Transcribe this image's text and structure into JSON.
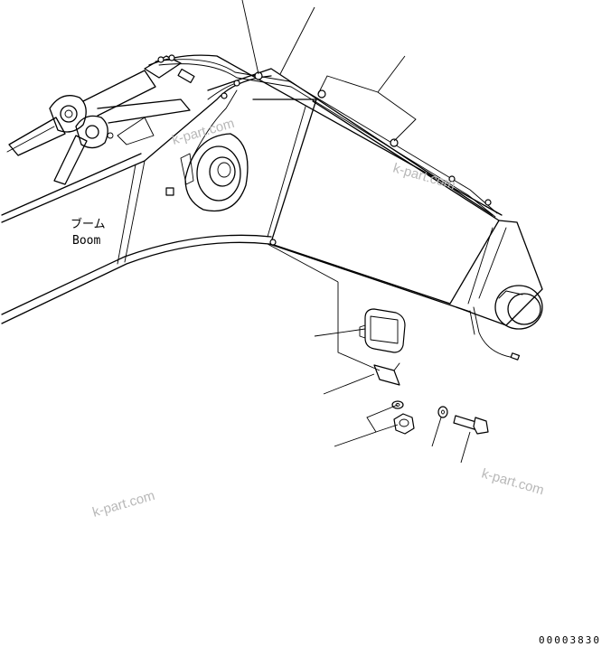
{
  "labels": {
    "boom_jp": "ブーム",
    "boom_en": "Boom"
  },
  "watermark": "k-part.com",
  "drawing_code": "00003830",
  "colors": {
    "ink": "#000000",
    "watermark": "#b8b8b8",
    "background": "#ffffff"
  }
}
